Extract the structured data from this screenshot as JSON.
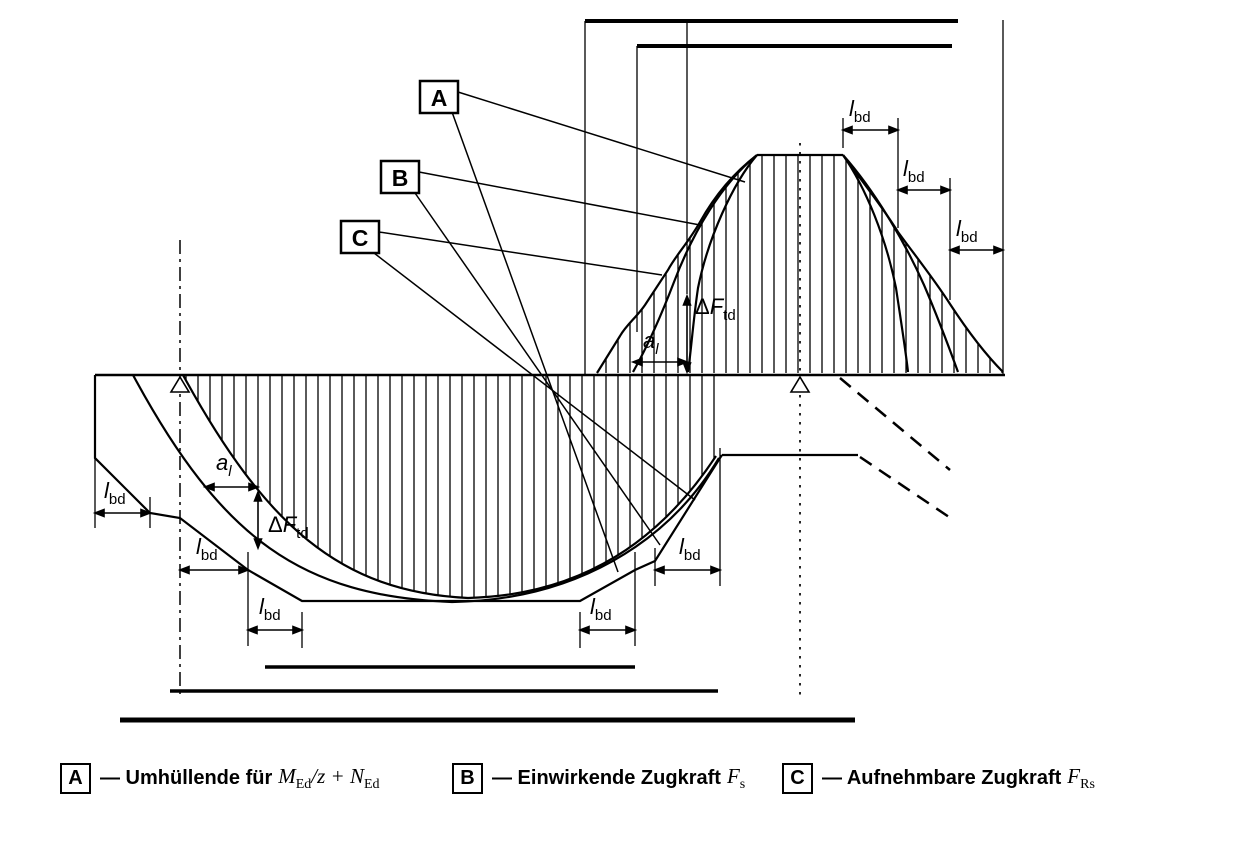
{
  "figure": {
    "callouts": {
      "a": "A",
      "b": "B",
      "c": "C"
    },
    "math": {
      "l": "l",
      "bd": "bd",
      "a": "a",
      "al_sub": "l",
      "delta": "Δ",
      "F": "F",
      "td": "td"
    },
    "legend": {
      "a": {
        "letter": "A",
        "label": "— Umhüllende für",
        "f1": "M",
        "f1_sub": "Ed",
        "f_mid": "/z + ",
        "f2": "N",
        "f2_sub": "Ed"
      },
      "b": {
        "letter": "B",
        "label": "— Einwirkende Zugkraft",
        "f1": "F",
        "f1_sub": "s"
      },
      "c": {
        "letter": "C",
        "label": "— Aufnehmbare Zugkraft",
        "f1": "F",
        "f1_sub": "Rs"
      }
    }
  }
}
